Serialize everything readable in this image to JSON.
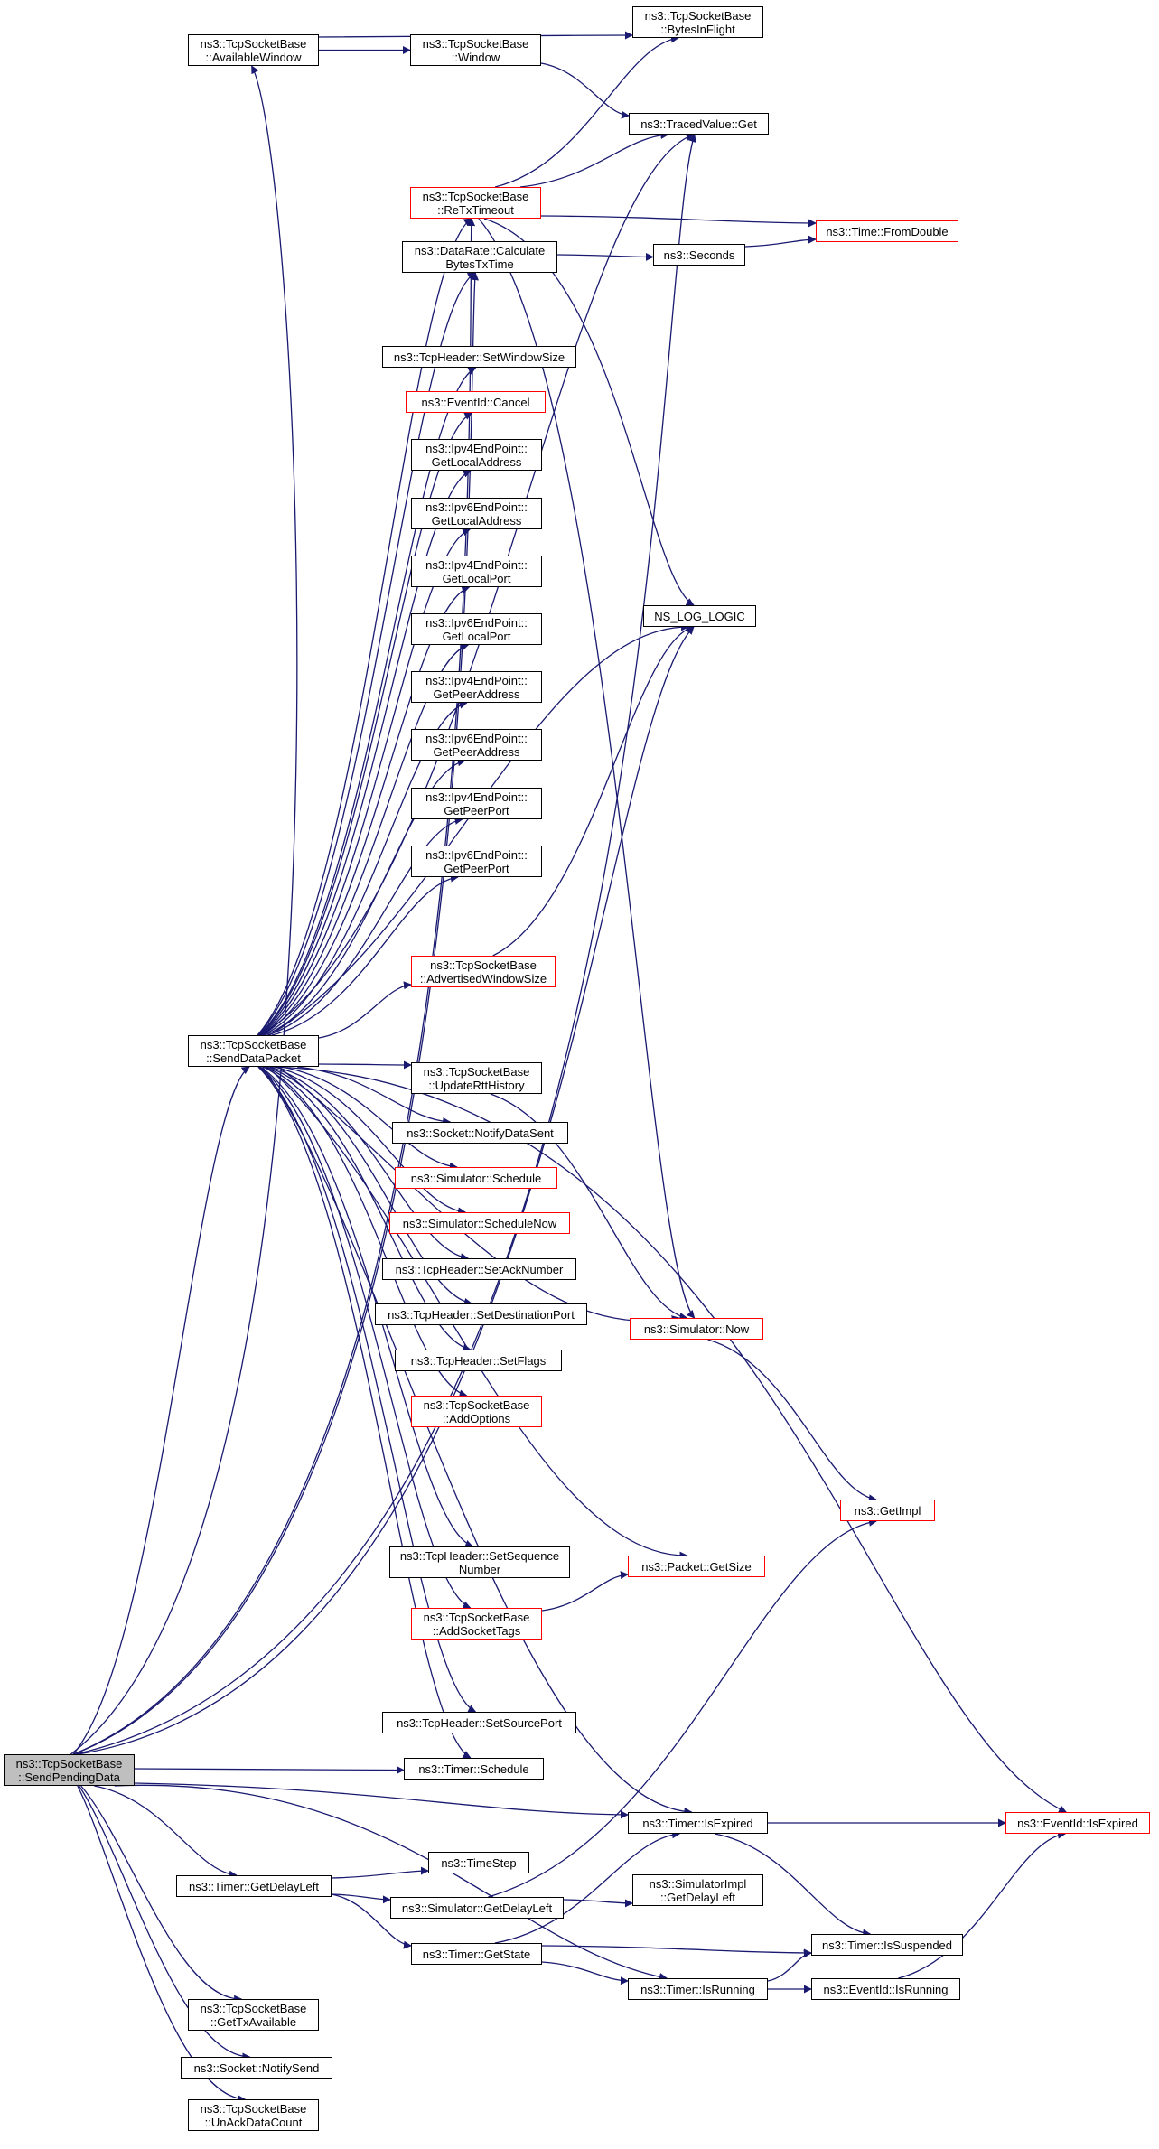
{
  "colors": {
    "edge": "#191970",
    "node_border": "#000000",
    "node_border_external": "#ff0000",
    "root_fill": "#bfbfbf",
    "background": "#ffffff"
  },
  "nodes": {
    "send_pending_data": {
      "lines": [
        "ns3::TcpSocketBase",
        "::SendPendingData"
      ]
    },
    "available_window": {
      "lines": [
        "ns3::TcpSocketBase",
        "::AvailableWindow"
      ]
    },
    "window": {
      "lines": [
        "ns3::TcpSocketBase",
        "::Window"
      ]
    },
    "bytes_in_flight": {
      "lines": [
        "ns3::TcpSocketBase",
        "::BytesInFlight"
      ]
    },
    "traced_value_get": {
      "lines": [
        "ns3::TracedValue::Get"
      ]
    },
    "retx_timeout": {
      "lines": [
        "ns3::TcpSocketBase",
        "::ReTxTimeout"
      ]
    },
    "time_from_double": {
      "lines": [
        "ns3::Time::FromDouble"
      ]
    },
    "calculate_bytes_tx_time": {
      "lines": [
        "ns3::DataRate::Calculate",
        "BytesTxTime"
      ]
    },
    "seconds": {
      "lines": [
        "ns3::Seconds"
      ]
    },
    "set_window_size": {
      "lines": [
        "ns3::TcpHeader::SetWindowSize"
      ]
    },
    "eventid_cancel": {
      "lines": [
        "ns3::EventId::Cancel"
      ]
    },
    "ipv4_get_local_address": {
      "lines": [
        "ns3::Ipv4EndPoint::",
        "GetLocalAddress"
      ]
    },
    "ipv6_get_local_address": {
      "lines": [
        "ns3::Ipv6EndPoint::",
        "GetLocalAddress"
      ]
    },
    "ipv4_get_local_port": {
      "lines": [
        "ns3::Ipv4EndPoint::",
        "GetLocalPort"
      ]
    },
    "ipv6_get_local_port": {
      "lines": [
        "ns3::Ipv6EndPoint::",
        "GetLocalPort"
      ]
    },
    "ipv4_get_peer_address": {
      "lines": [
        "ns3::Ipv4EndPoint::",
        "GetPeerAddress"
      ]
    },
    "ipv6_get_peer_address": {
      "lines": [
        "ns3::Ipv6EndPoint::",
        "GetPeerAddress"
      ]
    },
    "ipv4_get_peer_port": {
      "lines": [
        "ns3::Ipv4EndPoint::",
        "GetPeerPort"
      ]
    },
    "ipv6_get_peer_port": {
      "lines": [
        "ns3::Ipv6EndPoint::",
        "GetPeerPort"
      ]
    },
    "ns_log_logic": {
      "lines": [
        "NS_LOG_LOGIC"
      ]
    },
    "advertised_window_size": {
      "lines": [
        "ns3::TcpSocketBase",
        "::AdvertisedWindowSize"
      ]
    },
    "send_data_packet": {
      "lines": [
        "ns3::TcpSocketBase",
        "::SendDataPacket"
      ]
    },
    "update_rtt_history": {
      "lines": [
        "ns3::TcpSocketBase",
        "::UpdateRttHistory"
      ]
    },
    "notify_data_sent": {
      "lines": [
        "ns3::Socket::NotifyDataSent"
      ]
    },
    "simulator_schedule": {
      "lines": [
        "ns3::Simulator::Schedule"
      ]
    },
    "simulator_schedule_now": {
      "lines": [
        "ns3::Simulator::ScheduleNow"
      ]
    },
    "set_ack_number": {
      "lines": [
        "ns3::TcpHeader::SetAckNumber"
      ]
    },
    "set_destination_port": {
      "lines": [
        "ns3::TcpHeader::SetDestinationPort"
      ]
    },
    "simulator_now": {
      "lines": [
        "ns3::Simulator::Now"
      ]
    },
    "set_flags": {
      "lines": [
        "ns3::TcpHeader::SetFlags"
      ]
    },
    "add_options": {
      "lines": [
        "ns3::TcpSocketBase",
        "::AddOptions"
      ]
    },
    "get_impl": {
      "lines": [
        "ns3::GetImpl"
      ]
    },
    "set_sequence_number": {
      "lines": [
        "ns3::TcpHeader::SetSequence",
        "Number"
      ]
    },
    "packet_get_size": {
      "lines": [
        "ns3::Packet::GetSize"
      ]
    },
    "add_socket_tags": {
      "lines": [
        "ns3::TcpSocketBase",
        "::AddSocketTags"
      ]
    },
    "set_source_port": {
      "lines": [
        "ns3::TcpHeader::SetSourcePort"
      ]
    },
    "timer_schedule": {
      "lines": [
        "ns3::Timer::Schedule"
      ]
    },
    "timer_is_expired": {
      "lines": [
        "ns3::Timer::IsExpired"
      ]
    },
    "eventid_is_expired": {
      "lines": [
        "ns3::EventId::IsExpired"
      ]
    },
    "time_step": {
      "lines": [
        "ns3::TimeStep"
      ]
    },
    "timer_get_delay_left": {
      "lines": [
        "ns3::Timer::GetDelayLeft"
      ]
    },
    "simulator_get_delay_left": {
      "lines": [
        "ns3::Simulator::GetDelayLeft"
      ]
    },
    "simulator_impl_get_delay_left": {
      "lines": [
        "ns3::SimulatorImpl",
        "::GetDelayLeft"
      ]
    },
    "timer_get_state": {
      "lines": [
        "ns3::Timer::GetState"
      ]
    },
    "timer_is_suspended": {
      "lines": [
        "ns3::Timer::IsSuspended"
      ]
    },
    "timer_is_running": {
      "lines": [
        "ns3::Timer::IsRunning"
      ]
    },
    "eventid_is_running": {
      "lines": [
        "ns3::EventId::IsRunning"
      ]
    },
    "get_tx_available": {
      "lines": [
        "ns3::TcpSocketBase",
        "::GetTxAvailable"
      ]
    },
    "notify_send": {
      "lines": [
        "ns3::Socket::NotifySend"
      ]
    },
    "unack_data_count": {
      "lines": [
        "ns3::TcpSocketBase",
        "::UnAckDataCount"
      ]
    }
  },
  "edges": [
    [
      "send_pending_data",
      "available_window"
    ],
    [
      "send_pending_data",
      "traced_value_get"
    ],
    [
      "send_pending_data",
      "retx_timeout"
    ],
    [
      "send_pending_data",
      "calculate_bytes_tx_time"
    ],
    [
      "send_pending_data",
      "ns_log_logic"
    ],
    [
      "send_pending_data",
      "send_data_packet"
    ],
    [
      "send_pending_data",
      "timer_schedule"
    ],
    [
      "send_pending_data",
      "timer_is_expired"
    ],
    [
      "send_pending_data",
      "timer_get_delay_left"
    ],
    [
      "send_pending_data",
      "timer_is_running"
    ],
    [
      "send_pending_data",
      "get_tx_available"
    ],
    [
      "send_pending_data",
      "notify_send"
    ],
    [
      "send_pending_data",
      "unack_data_count"
    ],
    [
      "available_window",
      "bytes_in_flight"
    ],
    [
      "available_window",
      "window"
    ],
    [
      "window",
      "traced_value_get"
    ],
    [
      "retx_timeout",
      "bytes_in_flight"
    ],
    [
      "retx_timeout",
      "traced_value_get"
    ],
    [
      "retx_timeout",
      "time_from_double"
    ],
    [
      "retx_timeout",
      "ns_log_logic"
    ],
    [
      "retx_timeout",
      "simulator_now"
    ],
    [
      "calculate_bytes_tx_time",
      "seconds"
    ],
    [
      "seconds",
      "time_from_double"
    ],
    [
      "send_data_packet",
      "traced_value_get"
    ],
    [
      "send_data_packet",
      "retx_timeout"
    ],
    [
      "send_data_packet",
      "calculate_bytes_tx_time"
    ],
    [
      "send_data_packet",
      "set_window_size"
    ],
    [
      "send_data_packet",
      "eventid_cancel"
    ],
    [
      "send_data_packet",
      "ipv4_get_local_address"
    ],
    [
      "send_data_packet",
      "ipv6_get_local_address"
    ],
    [
      "send_data_packet",
      "ipv4_get_local_port"
    ],
    [
      "send_data_packet",
      "ipv6_get_local_port"
    ],
    [
      "send_data_packet",
      "ipv4_get_peer_address"
    ],
    [
      "send_data_packet",
      "ipv6_get_peer_address"
    ],
    [
      "send_data_packet",
      "ipv4_get_peer_port"
    ],
    [
      "send_data_packet",
      "ipv6_get_peer_port"
    ],
    [
      "send_data_packet",
      "ns_log_logic"
    ],
    [
      "send_data_packet",
      "advertised_window_size"
    ],
    [
      "send_data_packet",
      "eventid_is_expired"
    ],
    [
      "send_data_packet",
      "update_rtt_history"
    ],
    [
      "send_data_packet",
      "notify_data_sent"
    ],
    [
      "send_data_packet",
      "simulator_schedule"
    ],
    [
      "send_data_packet",
      "simulator_schedule_now"
    ],
    [
      "send_data_packet",
      "set_ack_number"
    ],
    [
      "send_data_packet",
      "set_destination_port"
    ],
    [
      "send_data_packet",
      "set_flags"
    ],
    [
      "send_data_packet",
      "add_options"
    ],
    [
      "send_data_packet",
      "simulator_now"
    ],
    [
      "send_data_packet",
      "set_sequence_number"
    ],
    [
      "send_data_packet",
      "packet_get_size"
    ],
    [
      "send_data_packet",
      "add_socket_tags"
    ],
    [
      "send_data_packet",
      "timer_is_expired"
    ],
    [
      "send_data_packet",
      "set_source_port"
    ],
    [
      "send_data_packet",
      "timer_schedule"
    ],
    [
      "advertised_window_size",
      "ns_log_logic"
    ],
    [
      "update_rtt_history",
      "simulator_now"
    ],
    [
      "simulator_now",
      "get_impl"
    ],
    [
      "add_socket_tags",
      "packet_get_size"
    ],
    [
      "timer_is_expired",
      "eventid_is_expired"
    ],
    [
      "timer_is_expired",
      "timer_is_suspended"
    ],
    [
      "timer_get_delay_left",
      "time_step"
    ],
    [
      "timer_get_delay_left",
      "simulator_get_delay_left"
    ],
    [
      "timer_get_delay_left",
      "timer_get_state"
    ],
    [
      "simulator_get_delay_left",
      "get_impl"
    ],
    [
      "simulator_get_delay_left",
      "simulator_impl_get_delay_left"
    ],
    [
      "timer_get_state",
      "timer_is_expired"
    ],
    [
      "timer_get_state",
      "timer_is_suspended"
    ],
    [
      "timer_get_state",
      "timer_is_running"
    ],
    [
      "timer_is_running",
      "timer_is_suspended"
    ],
    [
      "timer_is_running",
      "eventid_is_running"
    ],
    [
      "eventid_is_running",
      "eventid_is_expired"
    ]
  ]
}
